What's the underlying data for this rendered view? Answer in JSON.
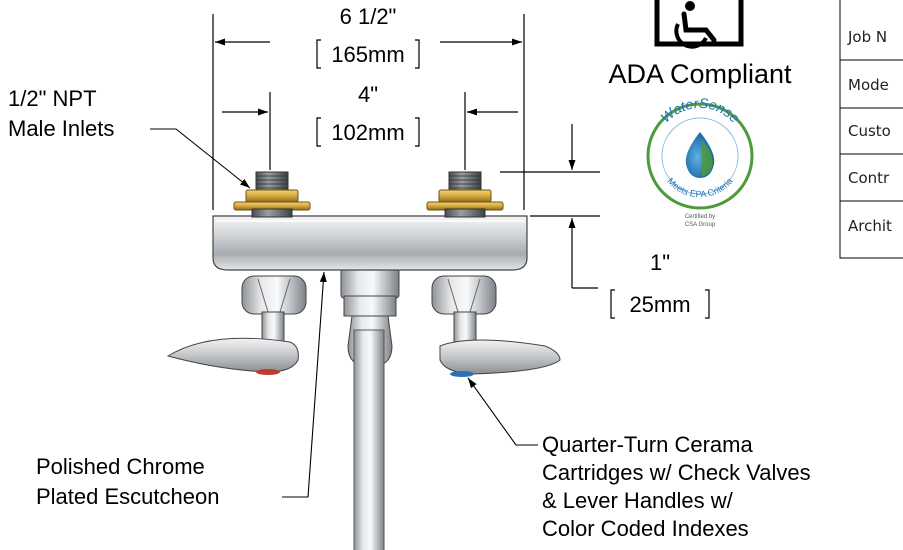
{
  "dimensions": {
    "overall": {
      "imperial": "6 1/2\"",
      "metric": "165mm"
    },
    "inlet_spacing": {
      "imperial": "4\"",
      "metric": "102mm"
    },
    "height": {
      "imperial": "1\"",
      "metric": "25mm"
    }
  },
  "callouts": {
    "inlets": [
      "1/2\" NPT",
      "Male Inlets"
    ],
    "escutcheon": [
      "Polished Chrome",
      "Plated Escutcheon"
    ],
    "cartridges": [
      "Quarter-Turn Cerama",
      "Cartridges w/ Check Valves",
      "& Lever Handles w/",
      "Color Coded Indexes"
    ]
  },
  "ada": {
    "label": "ADA Compliant",
    "icon": "wheelchair-icon"
  },
  "watersense": {
    "arc_top": "WaterSense",
    "arc_bottom": "Meets EPA Criteria",
    "certified": [
      "Certified by",
      "CSA Group"
    ]
  },
  "title_block": {
    "rows": [
      "Job N",
      "Mode",
      "Custo",
      "Contr",
      "Archit"
    ]
  },
  "colors": {
    "chrome": "#c9ccd0",
    "brass": "#d4a93c",
    "watersense_blue": "#1f74b9",
    "watersense_green": "#4c9a3c"
  }
}
